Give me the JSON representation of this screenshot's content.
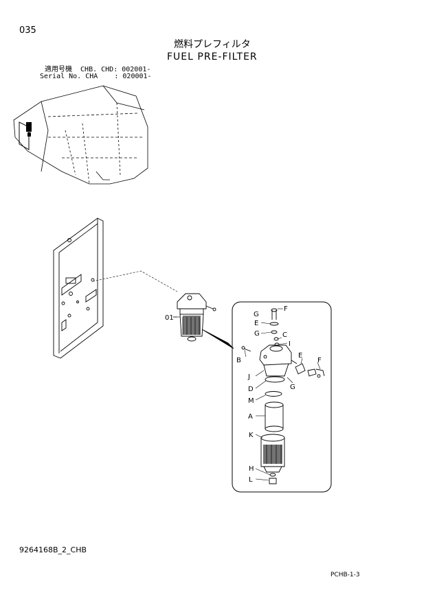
{
  "header": {
    "page_number": "035",
    "title_jp": "燃料プレフィルタ",
    "title_en": "FUEL PRE-FILTER",
    "serial_line1": "適用号機  CHB. CHD: 002001-",
    "serial_line2": "Serial No. CHA    : 020001-"
  },
  "footer": {
    "doc_code": "9264168B_2_CHB",
    "page_ref": "PCHB-1-3"
  },
  "callouts": {
    "assembly": "01",
    "F_top": "F",
    "G_top": "G",
    "E_top": "E",
    "G_mid": "G",
    "C": "C",
    "I": "I",
    "B": "B",
    "E_right": "E",
    "F_right": "F",
    "J": "J",
    "D": "D",
    "G_right": "G",
    "M": "M",
    "A": "A",
    "K": "K",
    "H": "H",
    "L": "L"
  }
}
